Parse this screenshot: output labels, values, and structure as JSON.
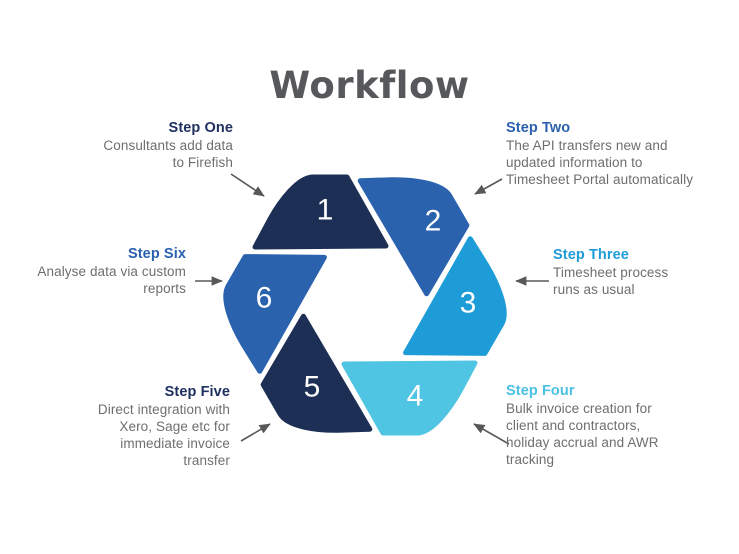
{
  "title": "Workflow",
  "colors": {
    "navy": "#1e2f55",
    "royal": "#2a62ae",
    "bright_blue": "#1e9cd8",
    "light_cyan": "#50c4e3",
    "title_gray": "#57585b",
    "body_gray": "#6e6e70",
    "arrow_gray": "#58585a"
  },
  "steps": [
    {
      "number": "1",
      "name": "Step One",
      "lines": [
        "Consultants add data",
        "to Firefish"
      ]
    },
    {
      "number": "2",
      "name": "Step Two",
      "lines": [
        "The API transfers new and",
        "updated information to",
        "Timesheet Portal automatically"
      ]
    },
    {
      "number": "3",
      "name": "Step Three",
      "lines": [
        "Timesheet process",
        "runs as usual"
      ]
    },
    {
      "number": "4",
      "name": "Step Four",
      "lines": [
        "Bulk invoice creation for",
        "client and contractors,",
        "holiday accrual and AWR",
        "tracking"
      ]
    },
    {
      "number": "5",
      "name": "Step Five",
      "lines": [
        "Direct integration with",
        "Xero, Sage etc for",
        "immediate invoice",
        "transfer"
      ]
    },
    {
      "number": "6",
      "name": "Step Six",
      "lines": [
        "Analyse data via custom",
        "reports"
      ]
    }
  ]
}
